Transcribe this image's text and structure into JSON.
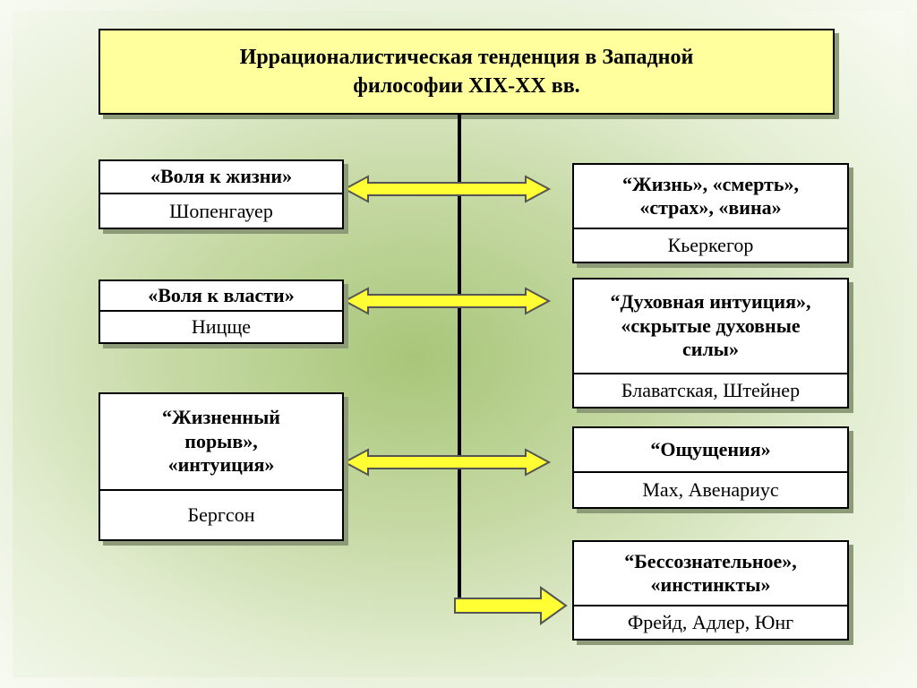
{
  "title": {
    "line1": "Иррационалистическая тенденция в Западной",
    "line2": "философии XIX-XX вв."
  },
  "left": [
    {
      "concept": "«Воля к жизни»",
      "name": "Шопенгауер"
    },
    {
      "concept": "«Воля к власти»",
      "name": "Ницще"
    },
    {
      "concept_lines": [
        "“Жизненный",
        "порыв»,",
        "«интуиция»"
      ],
      "name": "Бергсон"
    }
  ],
  "right": [
    {
      "concept_lines": [
        "“Жизнь», «смерть»,",
        "«страх», «вина»"
      ],
      "name": "Кьеркегор"
    },
    {
      "concept_lines": [
        "“Духовная интуиция»,",
        "«скрытые духовные",
        "силы»"
      ],
      "name": "Блаватская, Штейнер"
    },
    {
      "concept_lines": [
        "“Ощущения»"
      ],
      "name": "Мах, Авенариус"
    },
    {
      "concept_lines": [
        "“Бессознательное»,",
        "«инстинкты»"
      ],
      "name": "Фрейд, Адлер, Юнг"
    }
  ],
  "colors": {
    "title_fill": "#ffff9e",
    "arrow_fill": "#ffff33",
    "arrow_stroke": "#555555"
  }
}
